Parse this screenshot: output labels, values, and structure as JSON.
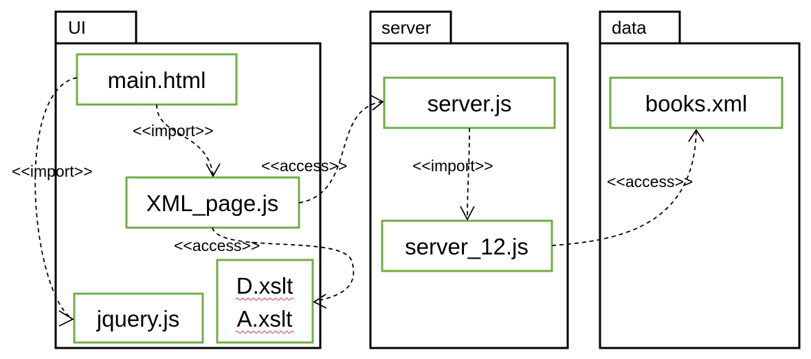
{
  "packages": {
    "ui": {
      "label": "UI"
    },
    "server": {
      "label": "server"
    },
    "data": {
      "label": "data"
    }
  },
  "components": {
    "main_html": "main.html",
    "xml_page_js": "XML_page.js",
    "jquery_js": "jquery.js",
    "d_xslt": "D.xslt",
    "a_xslt": "A.xslt",
    "server_js": "server.js",
    "server_12_js": "server_12.js",
    "books_xml": "books.xml"
  },
  "dependencies": {
    "main_to_xmlpage": "<<import>>",
    "main_to_jquery": "<<import>>",
    "xmlpage_to_server": "<<access>>",
    "xmlpage_to_xslt": "<<access>>",
    "server_to_server12": "<<import>>",
    "server12_to_books": "<<access>>"
  },
  "colors": {
    "component_border": "#70ad47",
    "package_border": "#000000",
    "spellcheck_underline": "#e03030"
  }
}
